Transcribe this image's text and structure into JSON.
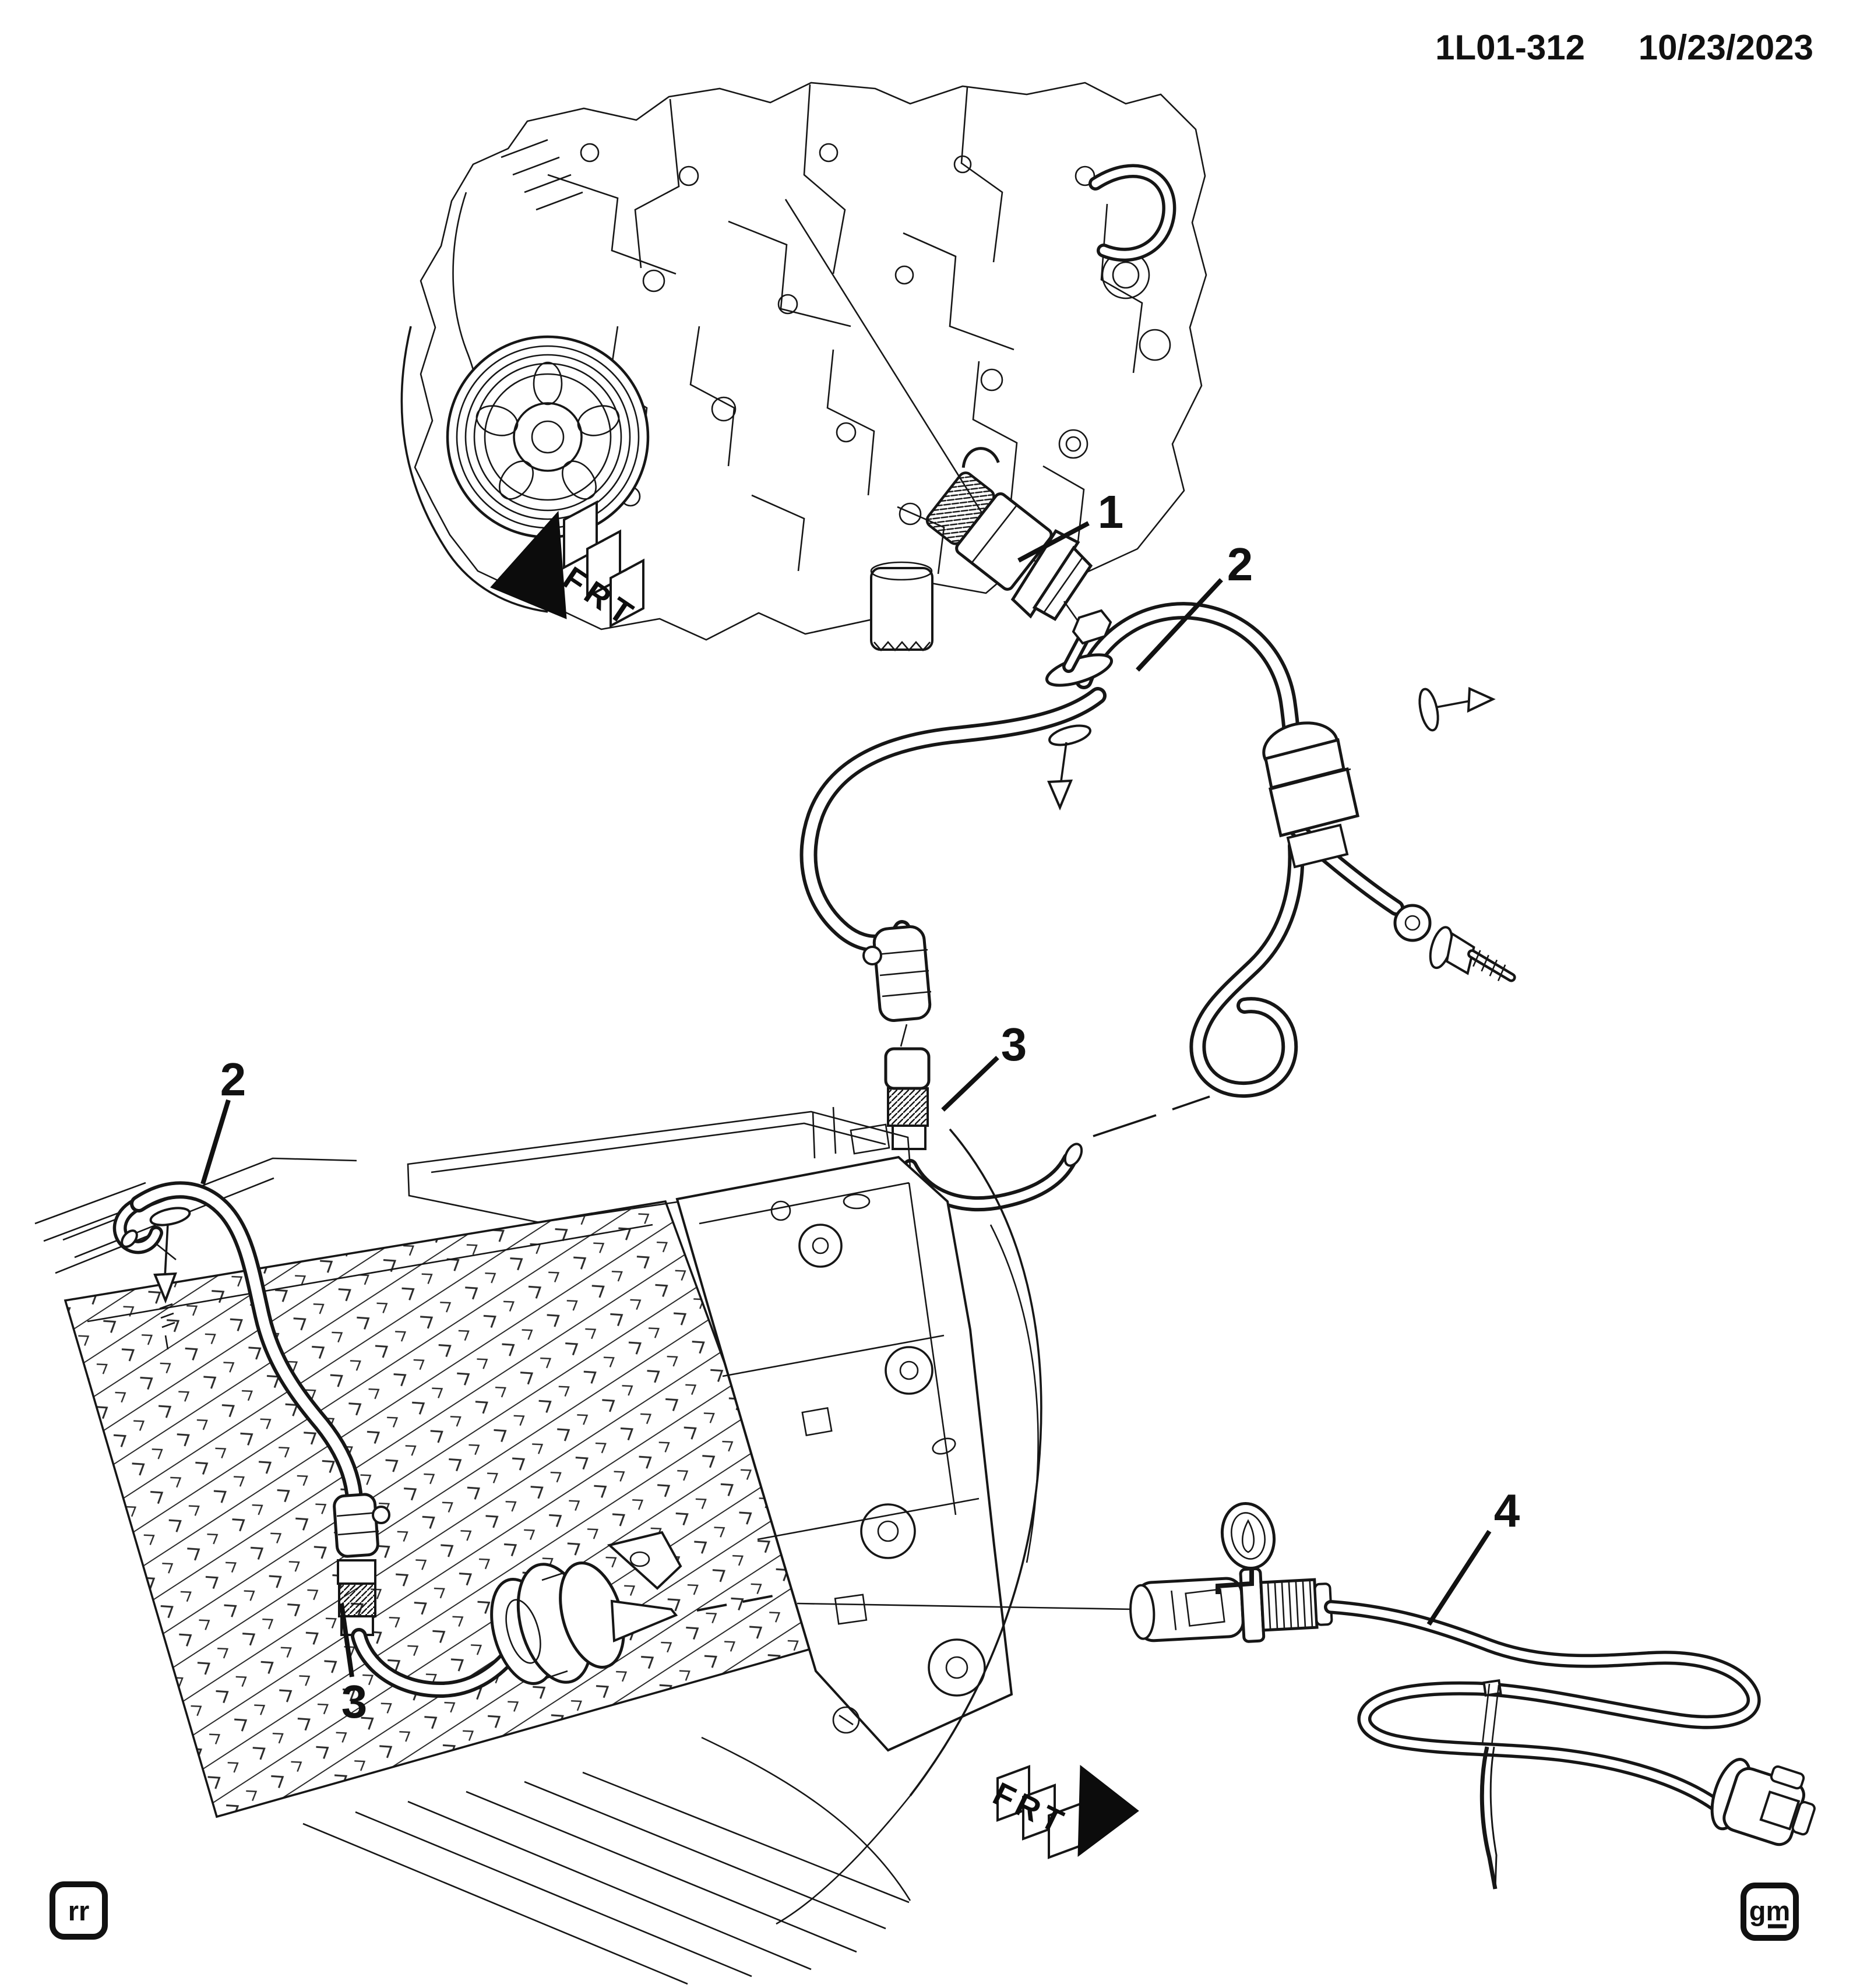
{
  "header": {
    "doc_id": "1L01-312",
    "date": "10/23/2023"
  },
  "figure": {
    "description_visible_text_only": "",
    "callouts": [
      {
        "label": "1"
      },
      {
        "label": "2"
      },
      {
        "label": "3"
      },
      {
        "label": "2"
      },
      {
        "label": "3"
      },
      {
        "label": "4"
      }
    ],
    "direction_indicators": [
      {
        "label": "FRT"
      },
      {
        "label": "FRT"
      }
    ],
    "corner_marks": {
      "left": "rr",
      "right": "gm"
    }
  }
}
